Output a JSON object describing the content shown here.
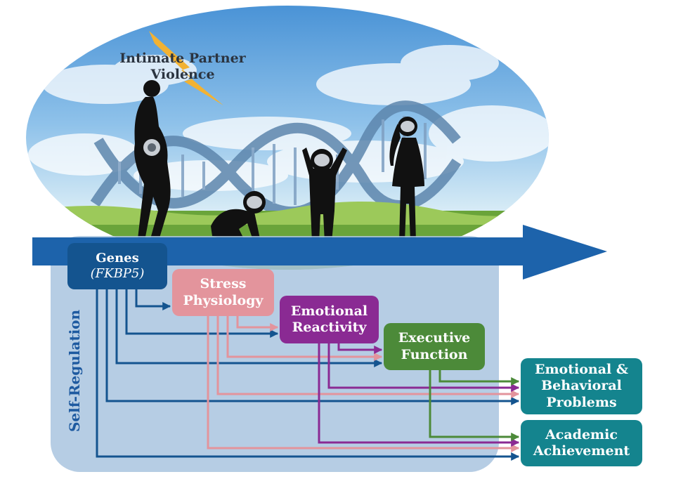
{
  "diagram": {
    "background_scene": "sky-dna-silhouettes",
    "colors": {
      "genes": "#14548f",
      "stress": "#e3949c",
      "emotional_reactivity": "#8a2a93",
      "executive_function": "#4c8a39",
      "outcomes": "#14848e",
      "timeline_arrow": "#1d63ab",
      "self_regulation_panel": "#a9c4df"
    },
    "stressor": {
      "label_line1": "Intimate Partner",
      "label_line2": "Violence",
      "icon": "lightning-bolt-icon"
    },
    "nodes": {
      "genes": {
        "line1": "Genes",
        "line2": "(FKBP5)"
      },
      "stress_physiology": {
        "line1": "Stress",
        "line2": "Physiology"
      },
      "emotional_reactivity": {
        "line1": "Emotional",
        "line2": "Reactivity"
      },
      "executive_function": {
        "line1": "Executive",
        "line2": "Function"
      },
      "emotional_behavioral_problems": {
        "line1": "Emotional &",
        "line2": "Behavioral",
        "line3": "Problems"
      },
      "academic_achievement": {
        "line1": "Academic",
        "line2": "Achievement"
      }
    },
    "group_label": "Self-Regulation",
    "figures": [
      "pregnant-woman-icon",
      "crawling-infant-icon",
      "toddler-icon",
      "child-icon"
    ]
  }
}
